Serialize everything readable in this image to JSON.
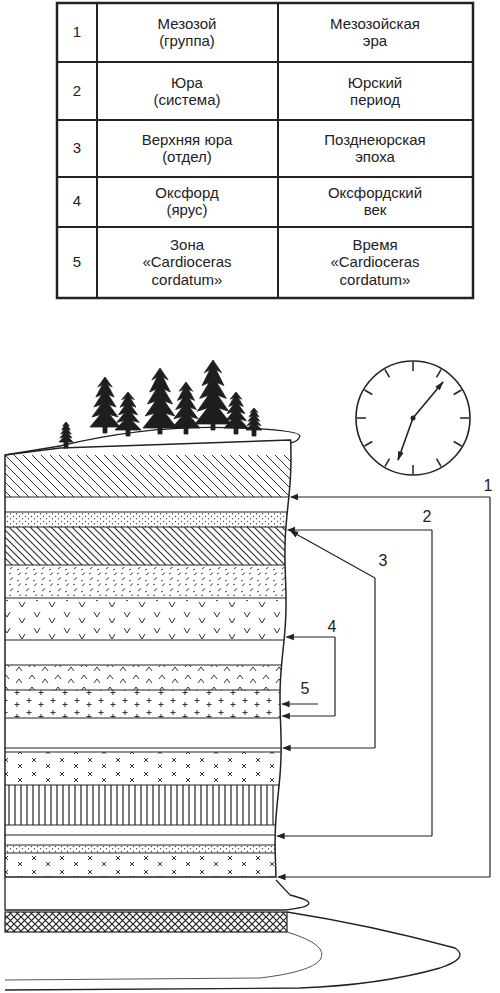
{
  "diagram": {
    "labels": [
      "1",
      "Мезозой (группа)",
      "Мезозойская эра",
      "2",
      "Юра (система)",
      "Юрский период",
      "3",
      "Верхняя юра (отдел)",
      "Позднеюрская эпоха",
      "4",
      "Оксфорд (ярус)",
      "Оксфордский век",
      "5",
      "Зона «Cardioceras cordatum»",
      "Время «Cardioceras cordatum»",
      "1",
      "2",
      "3",
      "4",
      "5"
    ]
  }
}
